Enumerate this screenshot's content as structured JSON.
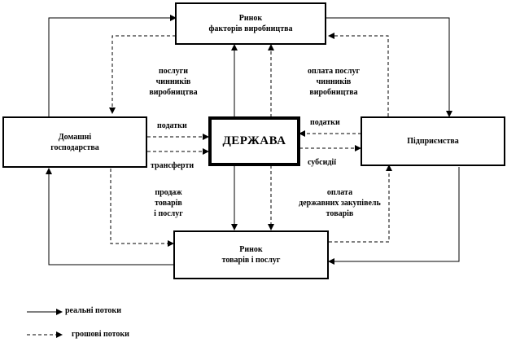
{
  "nodes": {
    "factor_market": {
      "line1": "Ринок",
      "line2": "факторів виробництва"
    },
    "households": {
      "line1": "Домашні",
      "line2": "господарства"
    },
    "state": {
      "label": "ДЕРЖАВА"
    },
    "firms": {
      "label": "Підприємства"
    },
    "goods_market": {
      "line1": "Ринок",
      "line2": "товарів і послуг"
    }
  },
  "flows": {
    "factor_services": {
      "line1": "послуги",
      "line2": "чинників",
      "line3": "виробництва"
    },
    "factor_payment": {
      "line1": "оплата послуг",
      "line2": "чинників",
      "line3": "виробництва"
    },
    "taxes_households": "податки",
    "taxes_firms": "податки",
    "transfers": "трансферти",
    "subsidies": "субсидії",
    "goods_sales": {
      "line1": "продаж",
      "line2": "товарів",
      "line3": "і послуг"
    },
    "procurement_payment": {
      "line1": "оплата",
      "line2": "державних закупівель",
      "line3": "товарів"
    }
  },
  "legend": {
    "real": "реальні потоки",
    "monetary": "грошові потоки"
  }
}
